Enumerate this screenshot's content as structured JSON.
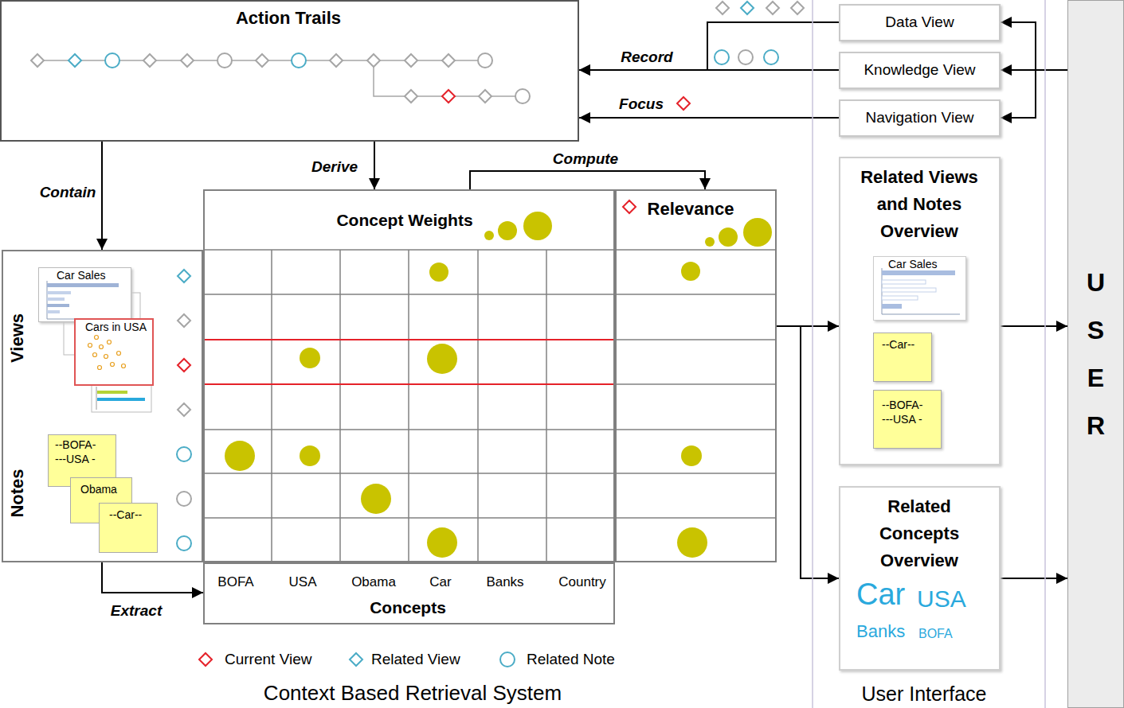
{
  "diagram": {
    "nodes": [
      {
        "text": [
          "Action Trails"
        ]
      },
      {
        "text": [
          "Data View"
        ]
      },
      {
        "text": [
          "Knowledge View"
        ]
      },
      {
        "text": [
          "Navigation View"
        ]
      },
      {
        "text": [
          "Concept Weights"
        ]
      },
      {
        "text": [
          "Relevance"
        ]
      },
      {
        "text": [
          "Views",
          "Notes"
        ]
      },
      {
        "text": [
          "Car Sales"
        ],
        "in": 6
      },
      {
        "text": [
          "Cars in USA"
        ],
        "in": 6
      },
      {
        "text": [
          "--BOFA-",
          "---USA -"
        ],
        "in": 6
      },
      {
        "text": [
          "Obama"
        ],
        "in": 6
      },
      {
        "text": [
          "--Car--"
        ],
        "in": 6
      },
      {
        "text": [
          "Concepts"
        ]
      },
      {
        "text": [
          "Related Views and Notes Overview"
        ]
      },
      {
        "text": [
          "Car Sales"
        ],
        "in": 13
      },
      {
        "text": [
          "--Car--"
        ],
        "in": 13
      },
      {
        "text": [
          "--BOFA-",
          "---USA -"
        ],
        "in": 13
      },
      {
        "text": [
          "Related Concepts Overview",
          "Car",
          "USA",
          "Banks",
          "BOFA"
        ]
      },
      {
        "text": [
          "USER"
        ]
      }
    ],
    "edges": [
      {
        "from": 2,
        "to": 0,
        "arrow": "to",
        "label": "Record"
      },
      {
        "from": 1,
        "to": 0,
        "arrow": "to"
      },
      {
        "from": 3,
        "to": 0,
        "arrow": "to",
        "label": "Focus"
      },
      {
        "from": 18,
        "to": 1,
        "arrow": "to"
      },
      {
        "from": 18,
        "to": 2,
        "arrow": "to"
      },
      {
        "from": 18,
        "to": 3,
        "arrow": "to"
      },
      {
        "from": 0,
        "to": 6,
        "arrow": "to",
        "label": "Contain"
      },
      {
        "from": 0,
        "to": 4,
        "arrow": "to",
        "label": "Derive"
      },
      {
        "from": 4,
        "to": 5,
        "arrow": "to",
        "label": "Compute"
      },
      {
        "from": 6,
        "to": 12,
        "arrow": "to",
        "label": "Extract"
      },
      {
        "from": 5,
        "to": 13,
        "arrow": "to"
      },
      {
        "from": 5,
        "to": 17,
        "arrow": "to"
      },
      {
        "from": 13,
        "to": 18,
        "arrow": "to"
      },
      {
        "from": 17,
        "to": 18,
        "arrow": "to"
      }
    ],
    "labels": [
      "BOFA",
      "USA",
      "Obama",
      "Car",
      "Banks",
      "Country",
      "Context Based Retrieval System",
      "User Interface"
    ],
    "legend": [
      {
        "text": "Current View"
      },
      {
        "text": "Related View"
      },
      {
        "text": "Related Note"
      }
    ]
  }
}
